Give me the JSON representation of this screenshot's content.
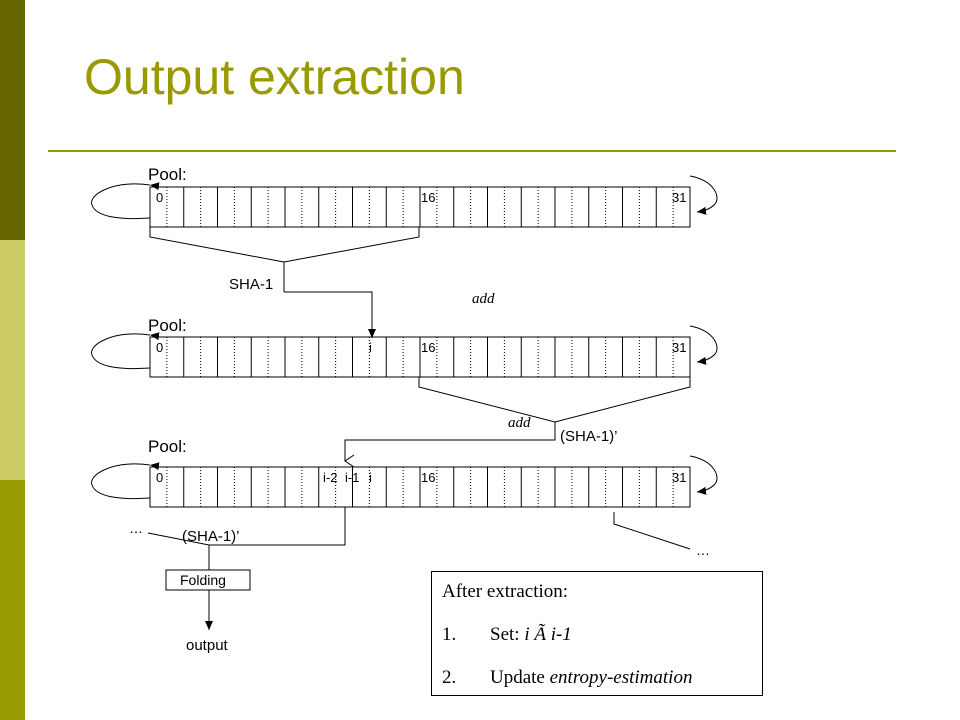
{
  "slide": {
    "title": "Output extraction",
    "accent_color": "#999900",
    "sidebar_colors": [
      "#666600",
      "#cccc66",
      "#999900"
    ]
  },
  "diagram": {
    "pool_label": "Pool:",
    "pools": [
      {
        "cell_labels": [
          "0",
          "16",
          "31"
        ]
      },
      {
        "cell_labels": [
          "0",
          "i",
          "16",
          "31"
        ]
      },
      {
        "cell_labels": [
          "0",
          "i-2",
          "i-1",
          "i",
          "16",
          "31"
        ]
      }
    ],
    "sha1_label": "SHA-1",
    "sha1_prime_label": "(SHA-1)’",
    "add_label": "add",
    "ellipsis": "…",
    "folding_label": "Folding",
    "output_label": "output"
  },
  "info_box": {
    "title": "After extraction:",
    "steps": [
      {
        "number": "1.",
        "prefix": "Set: ",
        "italic": "i Ã i-1"
      },
      {
        "number": "2.",
        "prefix": "Update ",
        "italic": "entropy-estimation"
      }
    ]
  }
}
